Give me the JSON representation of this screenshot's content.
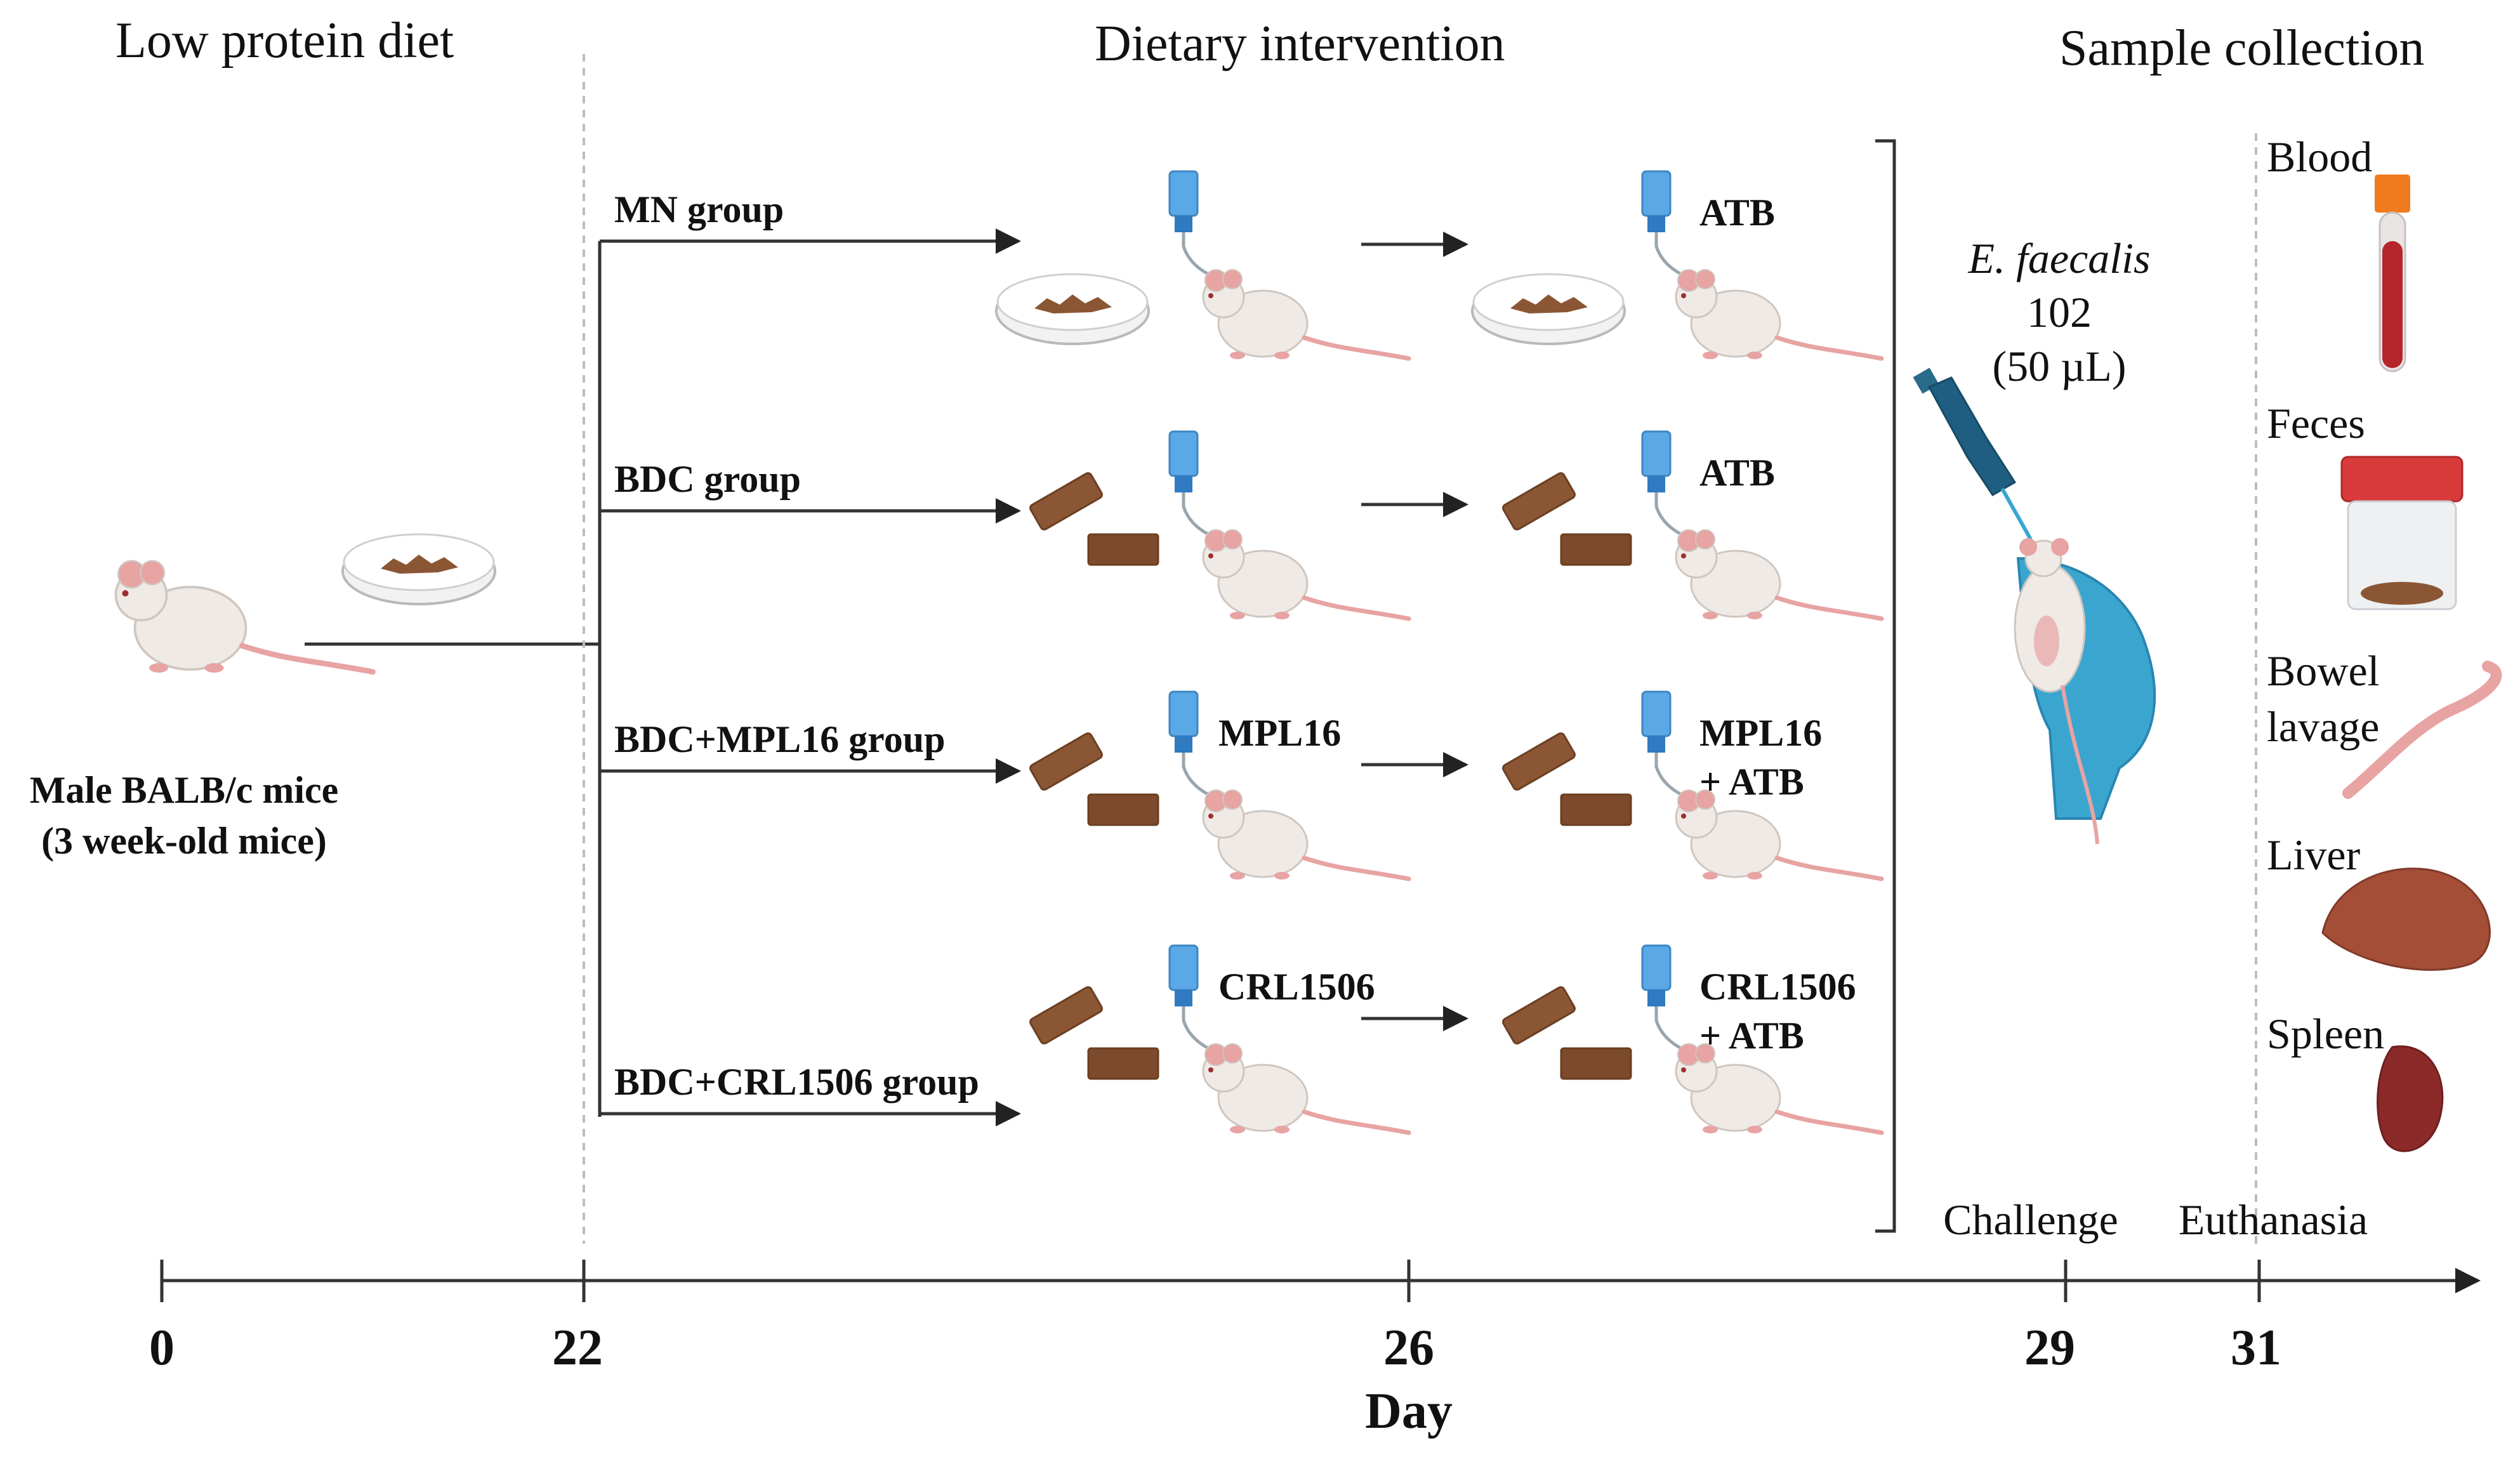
{
  "headers": {
    "low_protein": "Low protein diet",
    "intervention": "Dietary intervention",
    "sample": "Sample collection"
  },
  "mouse_label": {
    "line1": "Male BALB/c mice",
    "line2": "(3 week-old mice)"
  },
  "groups": [
    {
      "name": "MN group",
      "drink1": "",
      "drink2": "ATB",
      "drink2b": "",
      "food": "dish"
    },
    {
      "name": "BDC group",
      "drink1": "",
      "drink2": "ATB",
      "drink2b": "",
      "food": "pellet"
    },
    {
      "name": "BDC+MPL16 group",
      "drink1": "MPL16",
      "drink2": "MPL16",
      "drink2b": "+ ATB",
      "food": "pellet"
    },
    {
      "name": "BDC+CRL1506 group",
      "drink1": "CRL1506",
      "drink2": "CRL1506",
      "drink2b": "+ ATB",
      "food": "pellet"
    }
  ],
  "challenge": {
    "organism": "E. faecalis",
    "line2": "102",
    "line3": "(50 µL)"
  },
  "samples": [
    "Blood",
    "Feces",
    "Bowel",
    "lavage",
    "Liver",
    "Spleen"
  ],
  "events": {
    "challenge": "Challenge",
    "euthanasia": "Euthanasia"
  },
  "timeline": {
    "days": [
      "0",
      "22",
      "26",
      "29",
      "31"
    ],
    "axis_label": "Day"
  },
  "colors": {
    "pellet": "#8b5634",
    "pellet_dark": "#6b3f22",
    "bottle": "#5aa9e6",
    "mouse": "#efeae6",
    "mouse_pink": "#e8a3a3",
    "glove": "#3aa6d0",
    "blood": "#b5252b",
    "cap_orange": "#f07b1f",
    "cap_red": "#d93a3a",
    "liver": "#a44d37",
    "spleen": "#8c2a2a"
  }
}
